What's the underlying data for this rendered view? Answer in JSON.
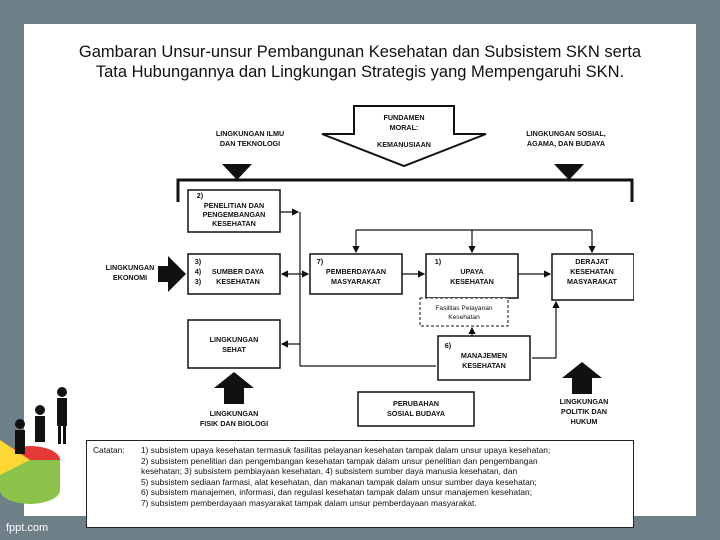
{
  "title_line1": "Gambaran Unsur-unsur Pembangunan Kesehatan dan Subsistem SKN serta",
  "title_line2": "Tata Hubungannya dan Lingkungan Strategis yang Mempengaruhi SKN.",
  "diagram": {
    "fundamen": [
      "FUNDAMEN",
      "MORAL:",
      "KEMANUSIAAN"
    ],
    "ling_iptek": [
      "LINGKUNGAN ILMU",
      "DAN TEKNOLOGI"
    ],
    "ling_sosial": [
      "LINGKUNGAN SOSIAL,",
      "AGAMA, DAN BUDAYA"
    ],
    "box_penelitian": [
      "2)",
      "PENELITIAN DAN",
      "PENGEMBANGAN",
      "KESEHATAN"
    ],
    "box_sdm_nums": [
      "3)",
      "4)",
      "3)"
    ],
    "box_sdm": [
      "SUMBER DAYA",
      "KESEHATAN"
    ],
    "box_lingsehat": [
      "LINGKUNGAN",
      "SEHAT"
    ],
    "ling_ekonomi": [
      "LINGKUNGAN",
      "EKONOMI"
    ],
    "box_pemberdayaan_num": "7)",
    "box_pemberdayaan": [
      "PEMBERDAYAAN",
      "MASYARAKAT"
    ],
    "box_upaya_num": "1)",
    "box_upaya": [
      "UPAYA",
      "KESEHATAN"
    ],
    "fasilitas": [
      "Fasilitas Pelayanan",
      "Kesehatan"
    ],
    "box_derajat": [
      "DERAJAT",
      "KESEHATAN",
      "MASYARAKAT"
    ],
    "box_manajemen_num": "6)",
    "box_manajemen": [
      "MANAJEMEN",
      "KESEHATAN"
    ],
    "box_perubahan": [
      "PERUBAHAN",
      "SOSIAL BUDAYA"
    ],
    "ling_fisik": [
      "LINGKUNGAN",
      "FISIK DAN BIOLOGI"
    ],
    "ling_politik": [
      "LINGKUNGAN",
      "POLITIK DAN",
      "HUKUM"
    ]
  },
  "notes": {
    "label": "Catatan:",
    "items": [
      "1) subsistem upaya kesehatan termasuk fasilitas pelayanan kesehatan tampak dalam unsur upaya kesehatan;",
      "2) subsistem penelitian dan pengembangan kesehatan tampak dalam unsur penelitian dan pengembangan",
      "kesehatan;       3) subsistem pembiayaan kesehatan,        4) subsistem sumber daya manusia kesehatan, dan",
      "5) subsistem sediaan farmasi, alat kesehatan, dan makanan tampak dalam unsur sumber daya kesehatan;",
      "6) subsistem manajemen, informasi, dan regulasi kesehatan tampak dalam unsur manajemen kesehatan;",
      "7) subsistem pemberdayaan masyarakat tampak dalam unsur pemberdayaan masyarakat."
    ]
  },
  "footer": "fppt.com"
}
